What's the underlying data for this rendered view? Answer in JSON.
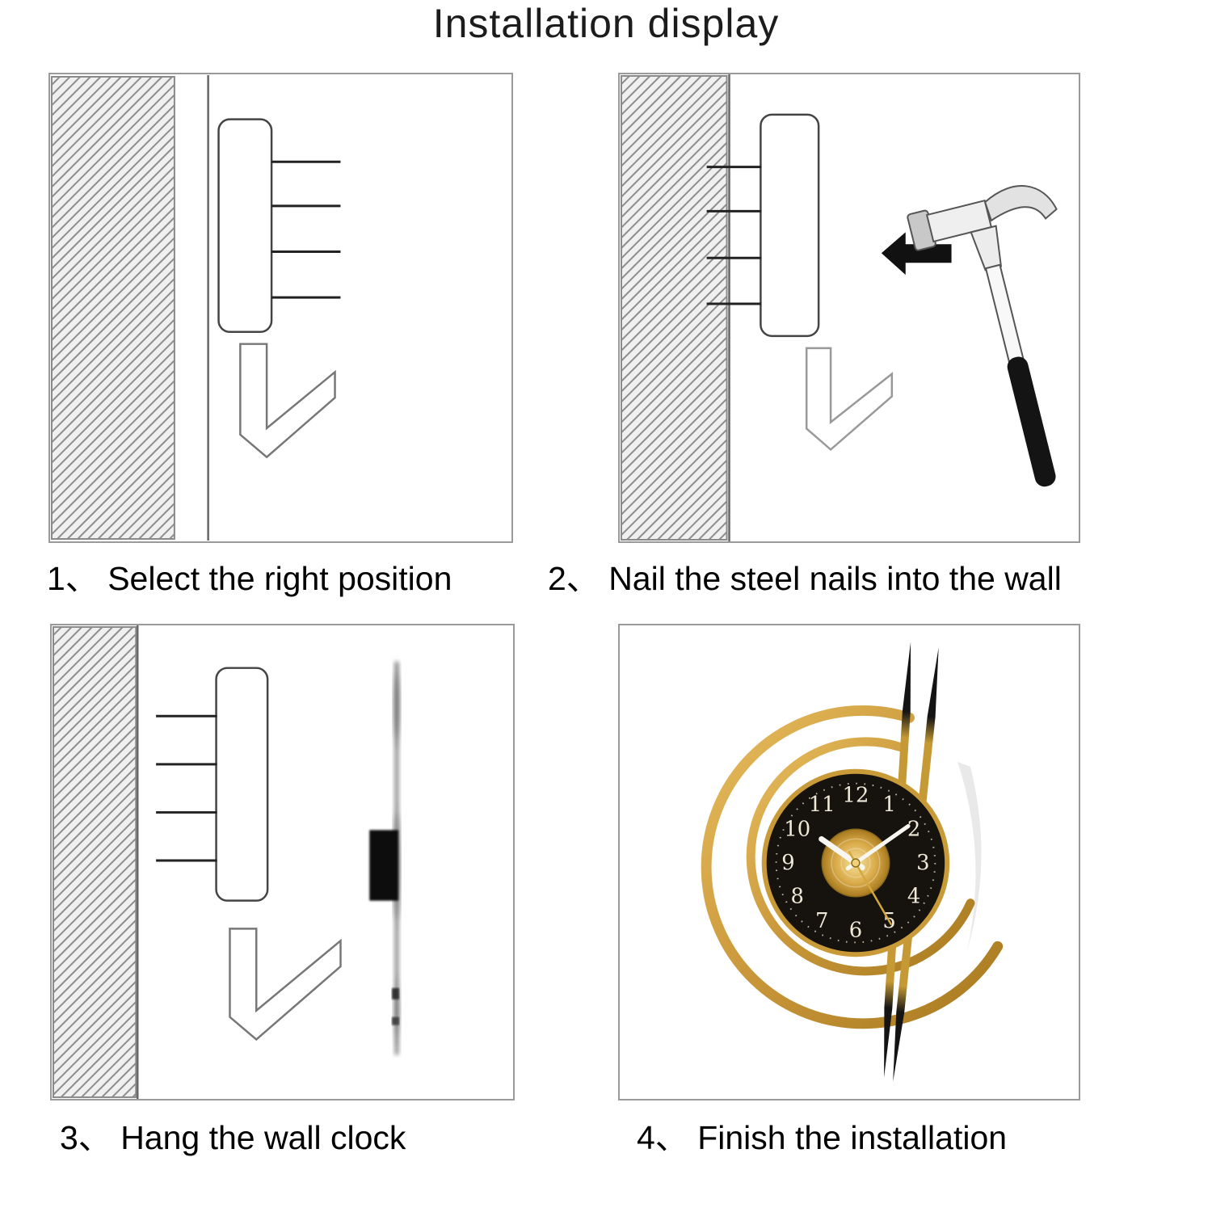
{
  "title": "Installation display",
  "steps": [
    {
      "id": 1,
      "caption": "1、 Select the right position"
    },
    {
      "id": 2,
      "caption": "2、 Nail the steel nails into the wall"
    },
    {
      "id": 3,
      "caption": "3、 Hang the wall clock"
    },
    {
      "id": 4,
      "caption": "4、 Finish the installation"
    }
  ],
  "clock": {
    "numerals": [
      "12",
      "1",
      "2",
      "3",
      "4",
      "5",
      "6",
      "7",
      "8",
      "9",
      "10",
      "11"
    ]
  },
  "icons": {
    "hammer": "hammer-icon",
    "arrow_left": "arrow-left-icon",
    "wall_clock": "wall-clock",
    "mounting_plate": "mounting-plate",
    "steel_nails": "steel-nails",
    "hook_bracket": "hook-bracket"
  },
  "colors": {
    "gold": "#c9973a",
    "gold_dark": "#a87a1f",
    "dial": "#16130e",
    "numeral": "#efe9d8",
    "hatch_line": "#8d8d8d",
    "panel_border": "#9a9a9a",
    "ink": "#000000"
  }
}
